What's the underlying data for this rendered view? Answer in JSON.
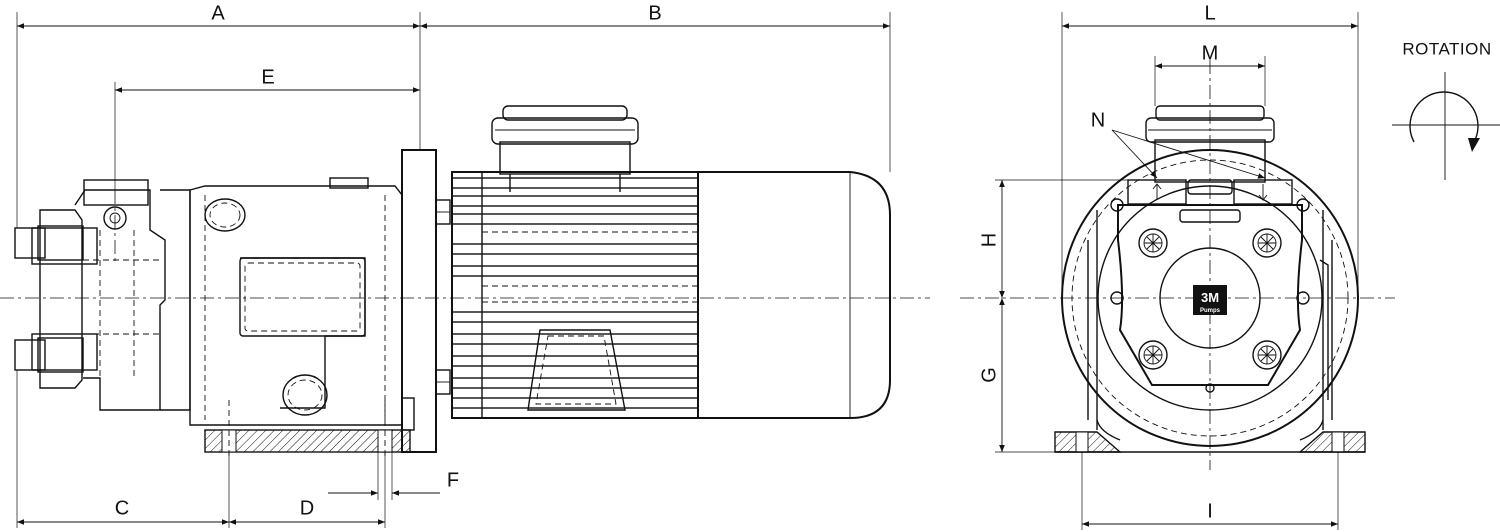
{
  "dimension_labels": {
    "A": "A",
    "B": "B",
    "C": "C",
    "D": "D",
    "E": "E",
    "F": "F",
    "G": "G",
    "H": "H",
    "I": "I",
    "L": "L",
    "M": "M",
    "N": "N"
  },
  "rotation_label": "ROTATION",
  "logo": {
    "text": "3M",
    "subtext": "Pumps"
  }
}
